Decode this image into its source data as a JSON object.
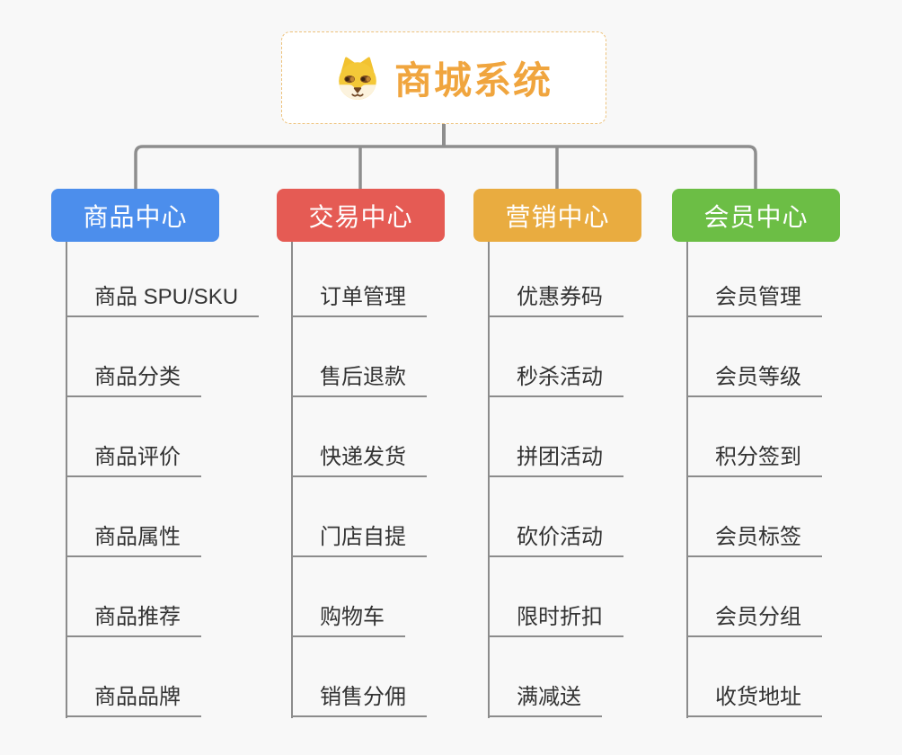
{
  "page": {
    "background_color": "#f8f8f8",
    "connector_color": "#8e8e8e",
    "underline_color": "#8c8c8c"
  },
  "root": {
    "label": "商城系统",
    "icon": "dog-face-icon",
    "text_color": "#f0a53e",
    "border_color": "#edc27c"
  },
  "branches": [
    {
      "label": "商品中心",
      "color": "#4c8eec",
      "items": [
        "商品 SPU/SKU",
        "商品分类",
        "商品评价",
        "商品属性",
        "商品推荐",
        "商品品牌"
      ]
    },
    {
      "label": "交易中心",
      "color": "#e55b54",
      "items": [
        "订单管理",
        "售后退款",
        "快递发货",
        "门店自提",
        "购物车",
        "销售分佣"
      ]
    },
    {
      "label": "营销中心",
      "color": "#e9ac40",
      "items": [
        "优惠券码",
        "秒杀活动",
        "拼团活动",
        "砍价活动",
        "限时折扣",
        "满减送"
      ]
    },
    {
      "label": "会员中心",
      "color": "#6cbe45",
      "items": [
        "会员管理",
        "会员等级",
        "积分签到",
        "会员标签",
        "会员分组",
        "收货地址"
      ]
    }
  ]
}
